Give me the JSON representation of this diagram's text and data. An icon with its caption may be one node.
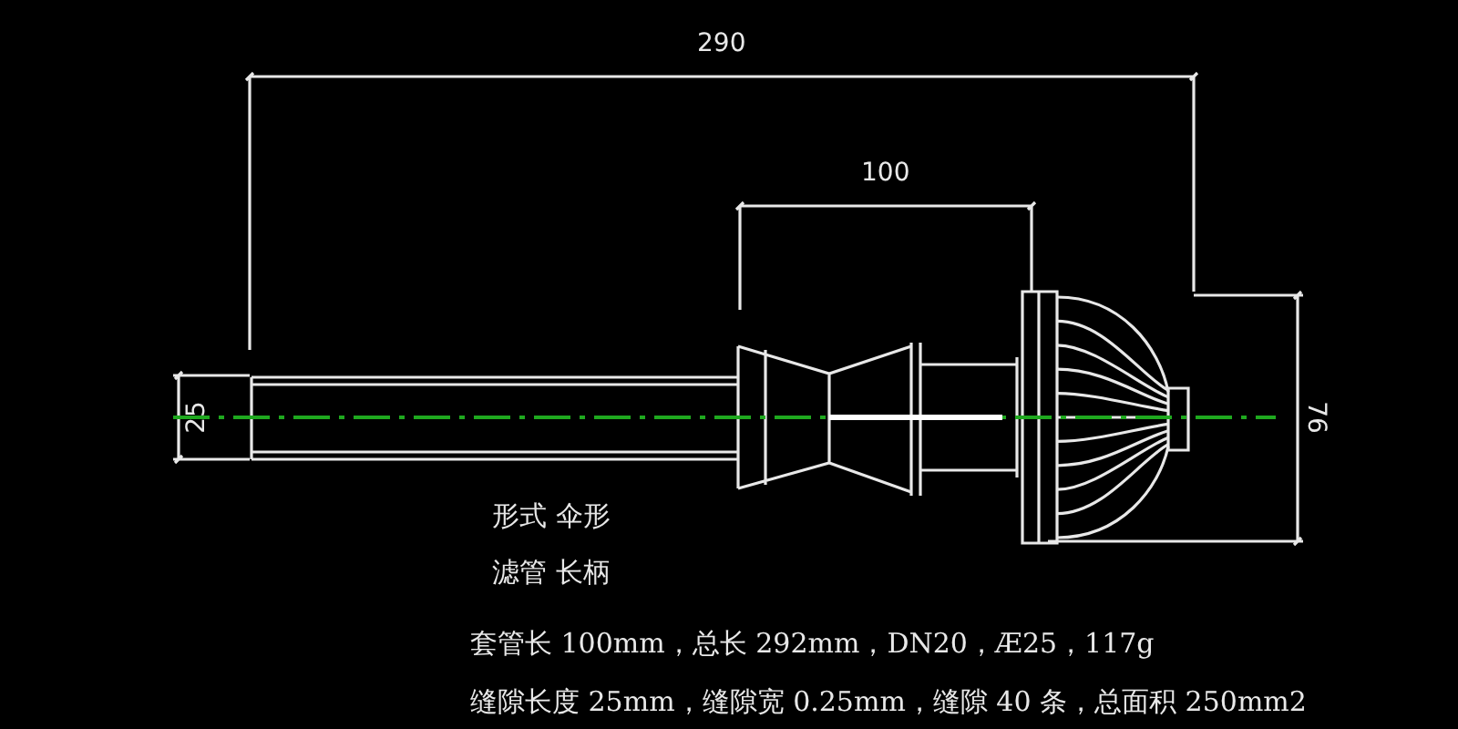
{
  "diagram": {
    "labels": [
      "290",
      "100",
      "25",
      "76",
      "形式 伞形",
      "滤管 长柄",
      "套管长 100mm，总长 292mm，DN20，Æ25，117g",
      "缝隙长度 25mm，缝隙宽 0.25mm，缝隙 40 条，总面积 250mm2"
    ]
  }
}
